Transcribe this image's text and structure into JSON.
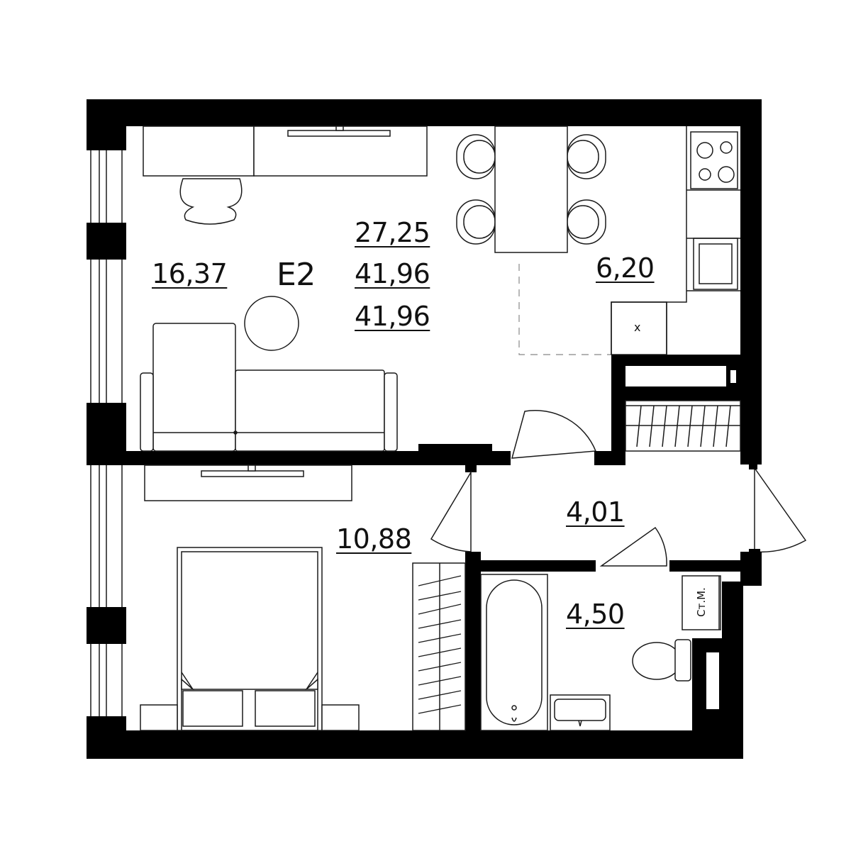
{
  "apartment": {
    "code": "E2",
    "living_area": "27,25",
    "total_area": "41,96",
    "total_area_with_balcony": "41,96"
  },
  "rooms": {
    "living_room_area": "16,37",
    "kitchen_area": "6,20",
    "hall_area": "4,01",
    "bedroom_area": "10,88",
    "bathroom_area": "4,50"
  },
  "fixtures": {
    "washing_machine_label": "Ст.М.",
    "kitchen_mark": "x"
  },
  "colors": {
    "wall": "#000000",
    "line": "#1a1a1a",
    "background": "#ffffff"
  }
}
